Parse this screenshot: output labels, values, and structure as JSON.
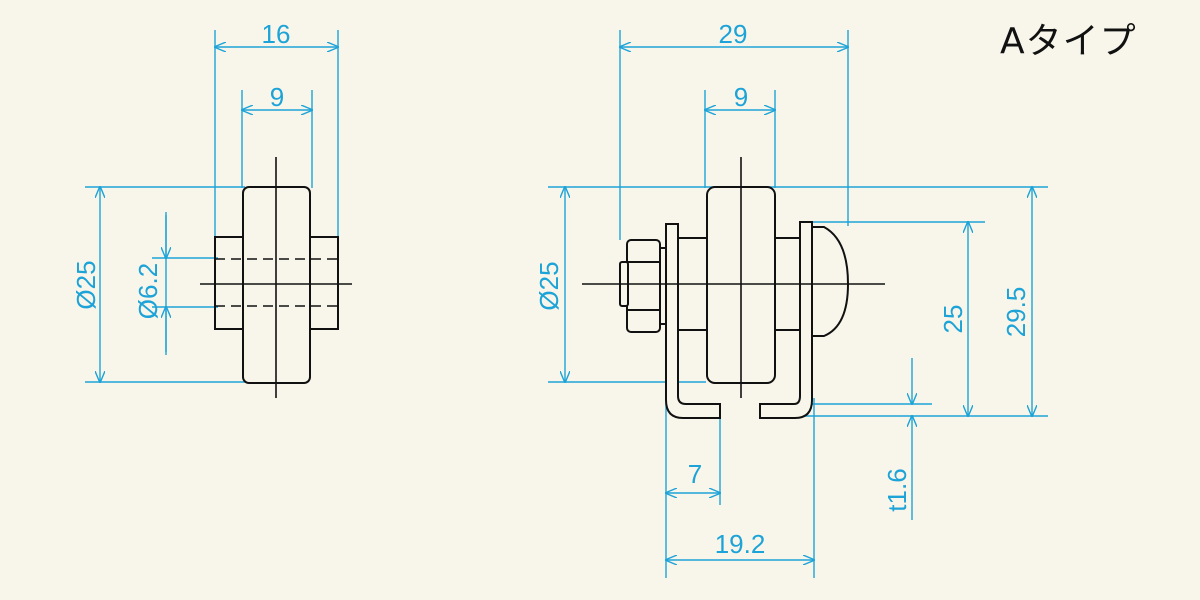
{
  "title": "Aタイプ",
  "colors": {
    "dimension": "#1ca3d8",
    "outline": "#111111",
    "background": "#f8f5ea"
  },
  "left_view": {
    "width_overall": "16",
    "width_wheel": "9",
    "diameter_wheel": "Ø25",
    "diameter_shaft": "Ø6.2"
  },
  "right_view": {
    "width_overall": "29",
    "width_wheel": "9",
    "diameter_wheel": "Ø25",
    "height_bracket": "25",
    "height_total": "29.5",
    "thickness": "t1.6",
    "lip": "7",
    "base_width": "19.2"
  }
}
